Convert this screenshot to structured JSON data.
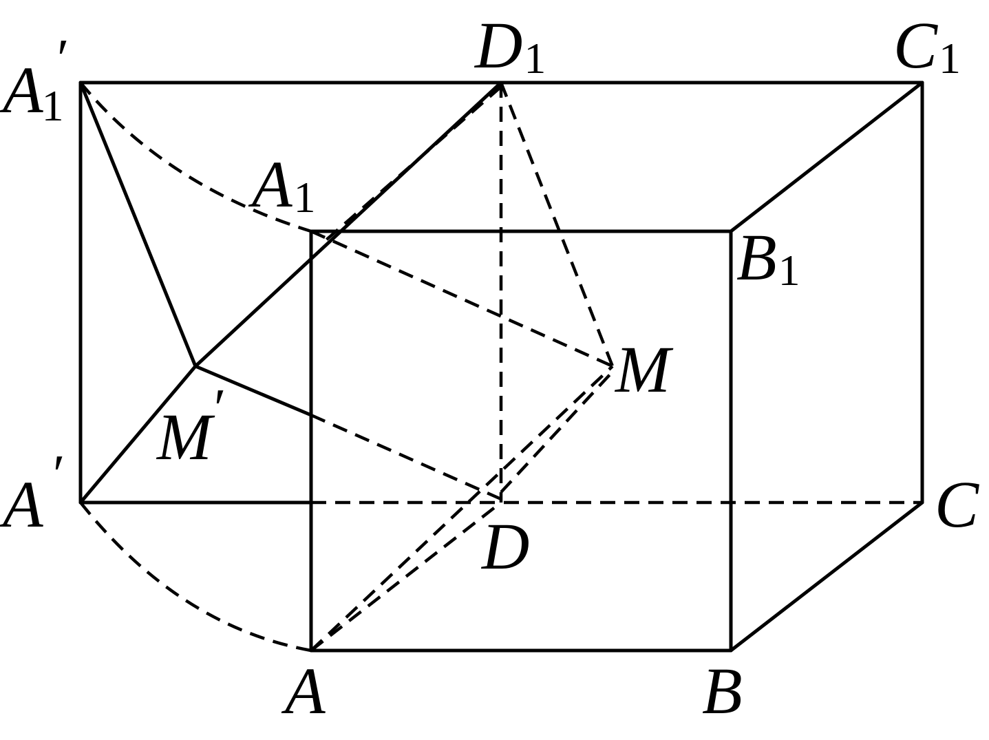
{
  "labels": {
    "A1p": {
      "base": "A",
      "prime": "′",
      "sub": "1"
    },
    "D1": {
      "base": "D",
      "sub": "1"
    },
    "C1": {
      "base": "C",
      "sub": "1"
    },
    "A1": {
      "base": "A",
      "sub": "1"
    },
    "B1": {
      "base": "B",
      "sub": "1"
    },
    "M": {
      "base": "M"
    },
    "Mp": {
      "base": "M",
      "prime": "′"
    },
    "Ap": {
      "base": "A",
      "prime": "′"
    },
    "C": {
      "base": "C"
    },
    "D": {
      "base": "D"
    },
    "A": {
      "base": "A"
    },
    "B": {
      "base": "B"
    }
  }
}
